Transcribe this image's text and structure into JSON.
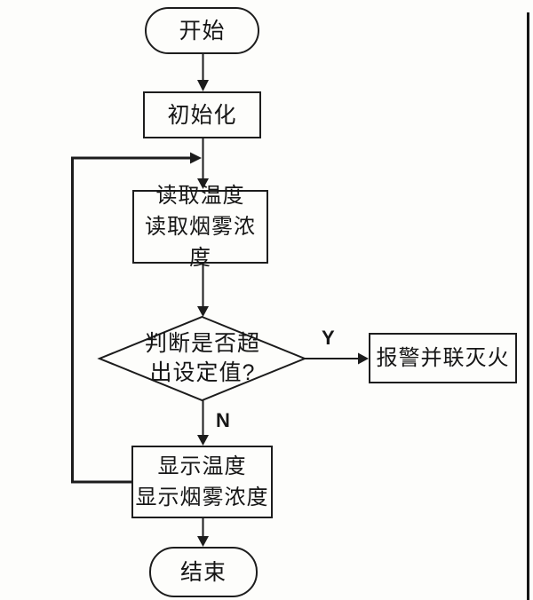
{
  "flowchart": {
    "type": "flowchart",
    "language": "zh-CN",
    "nodes": {
      "start": {
        "shape": "terminator",
        "label": "开始"
      },
      "init": {
        "shape": "process",
        "label": "初始化"
      },
      "read": {
        "shape": "process",
        "lines": [
          "读取温度",
          "读取烟雾浓度"
        ]
      },
      "decision": {
        "shape": "decision",
        "lines": [
          "判断是否超",
          "出设定值?"
        ]
      },
      "alarm": {
        "shape": "process",
        "label": "报警并联灭火"
      },
      "display": {
        "shape": "process",
        "lines": [
          "显示温度",
          "显示烟雾浓度"
        ]
      },
      "end": {
        "shape": "terminator",
        "label": "结束"
      }
    },
    "branch_labels": {
      "yes": "Y",
      "no": "N"
    },
    "edges": [
      "start -> init",
      "init -> read",
      "read -> decision",
      "decision -Y-> alarm",
      "decision -N-> display",
      "display -> end",
      "display -loopback-> read"
    ],
    "colors": {
      "line": "#1c1c1c",
      "text": "#161616",
      "background": "#fdfdfb"
    }
  }
}
